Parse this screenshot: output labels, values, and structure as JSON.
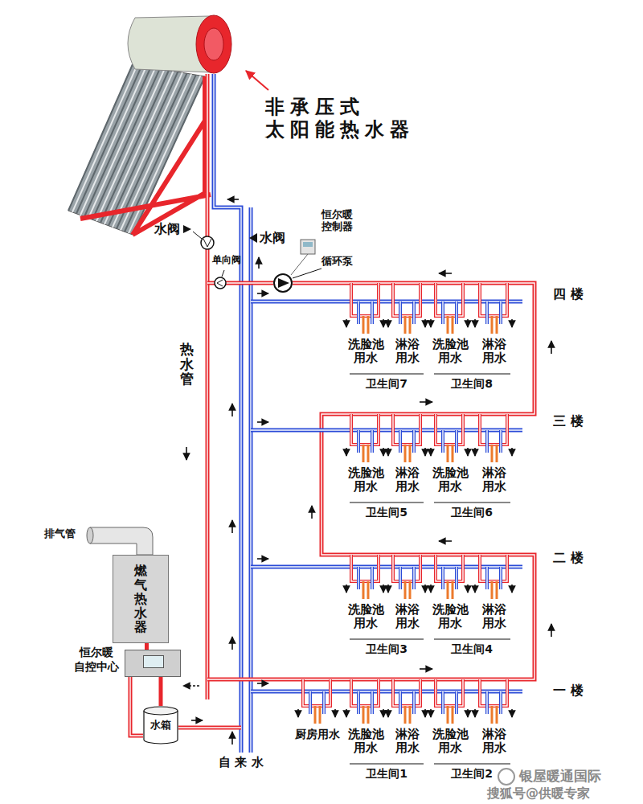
{
  "diagram": {
    "nodes": [
      {
        "text": [
          "燃气热水器"
        ]
      },
      {
        "text": [
          "恒尔暖 自控中心"
        ]
      },
      {
        "text": [
          "水箱"
        ]
      }
    ],
    "edges": [
      {
        "from": 0,
        "to": 1,
        "arrow": "none"
      },
      {
        "from": 2,
        "to": 1,
        "arrow": "none"
      }
    ],
    "labels": [
      "非承压式 太阳能热水器",
      "水阀",
      "水阀",
      "单向阀",
      "恒尔暖 控制器",
      "循环泵",
      "热水管",
      "四 楼",
      "三 楼",
      "二 楼",
      "一 楼",
      "排气管",
      "自 来 水",
      "洗脸池 用水",
      "淋浴 用水",
      "洗脸池 用水",
      "淋浴 用水",
      "卫生间7",
      "卫生间8",
      "洗脸池 用水",
      "淋浴 用水",
      "洗脸池 用水",
      "淋浴 用水",
      "卫生间5",
      "卫生间6",
      "洗脸池 用水",
      "淋浴 用水",
      "洗脸池 用水",
      "淋浴 用水",
      "卫生间3",
      "卫生间4",
      "厨房用水",
      "洗脸池 用水",
      "淋浴 用水",
      "洗脸池 用水",
      "淋浴 用水",
      "卫生间1",
      "卫生间2",
      "银屋暖通国际",
      "搜狐号@供暖专家"
    ]
  }
}
